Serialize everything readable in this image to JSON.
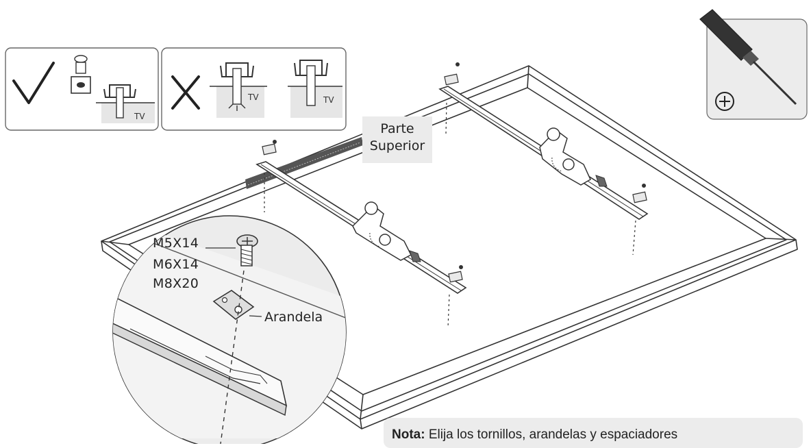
{
  "legend": {
    "correct_tv": "TV",
    "wrong_tv_1": "TV",
    "wrong_tv_2": "TV"
  },
  "tool": {
    "icon": "phillips-screwdriver-icon",
    "symbol": "⊕"
  },
  "top_label": {
    "line1": "Parte",
    "line2": "Superior"
  },
  "detail": {
    "screw_sizes": [
      "M5X14",
      "M6X14",
      "M8X20"
    ],
    "washer_label": "Arandela"
  },
  "note": {
    "prefix": "Nota:",
    "text": "Elija los tornillos, arandelas y espaciadores"
  }
}
